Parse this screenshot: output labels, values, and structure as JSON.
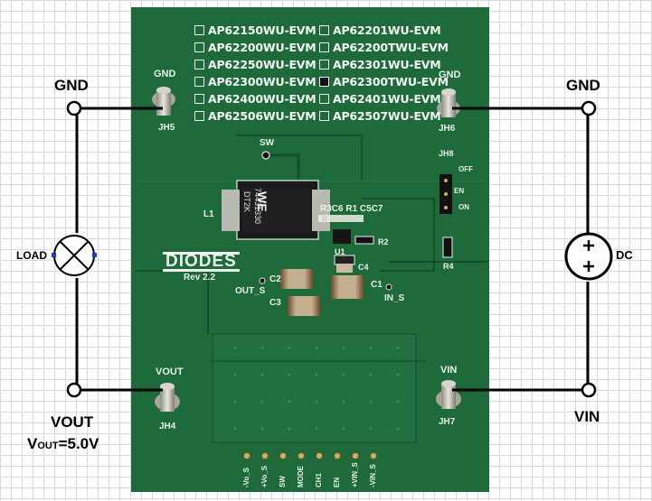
{
  "labels": {
    "gnd_left": "GND",
    "gnd_right": "GND",
    "load": "LOAD",
    "dc": "DC",
    "vout": "VOUT",
    "vout_sub_prefix": "V",
    "vout_sub": "OUT",
    "vout_value": "=5.0V",
    "vin": "VIN"
  },
  "board": {
    "left_parts": [
      "AP62150WU-EVM",
      "AP62200WU-EVM",
      "AP62250WU-EVM",
      "AP62300WU-EVM",
      "AP62400WU-EVM",
      "AP62506WU-EVM"
    ],
    "right_parts": [
      "AP62201WU-EVM",
      "AP62200TWU-EVM",
      "AP62301WU-EVM",
      "AP62300TWU-EVM",
      "AP62401WU-EVM",
      "AP62507WU-EVM"
    ],
    "selected_part": "AP62300TWU-EVM",
    "gnd_l": "GND",
    "jh5": "JH5",
    "gnd_r": "GND",
    "jh6": "JH6",
    "sw": "SW",
    "l1": "L1",
    "inductor_brand": "WE",
    "inductor_code": "74431330",
    "inductor_date": "DT2K",
    "passives": "R3C6 R1 C5C7",
    "r2": "R2",
    "u1": "U1",
    "c2": "C2",
    "c3": "C3",
    "c4": "C4",
    "c1": "C1",
    "out_s": "OUT_S",
    "in_s": "IN_S",
    "logo": "DIODES",
    "rev": "Rev 2.2",
    "jh8": "JH8",
    "off": "OFF",
    "en": "EN",
    "on": "ON",
    "r4": "R4",
    "vout_b": "VOUT",
    "jh4": "JH4",
    "vin_b": "VIN",
    "jh7": "JH7",
    "header_pins": [
      "-Vo_S",
      "+Vo_S",
      "SW",
      "MODE",
      "CH1",
      "EN",
      "+VIN_S",
      "-VIN_S"
    ]
  },
  "colors": {
    "pcb": "#1e6a3b",
    "silk": "#eef5ef",
    "wire": "#000000"
  }
}
